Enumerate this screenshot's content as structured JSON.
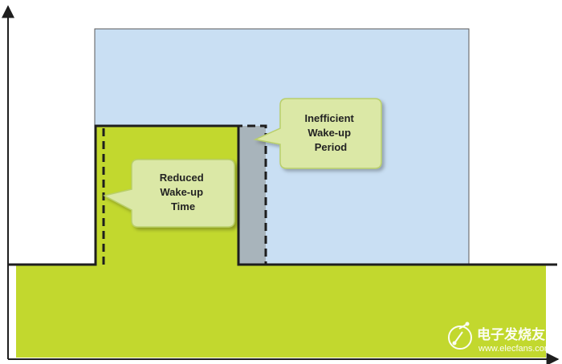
{
  "colors": {
    "background": "#ffffff",
    "blue_region": "#c9dff3",
    "green_region": "#c2d82e",
    "gray_region": "#a8b4bb",
    "callout_fill": "#dbe8a6",
    "callout_stroke": "#b9cf6a",
    "line": "#1e1e1e",
    "watermark": "#ffffff"
  },
  "callouts": {
    "inefficient": {
      "lines": [
        "Inefficient",
        "Wake-up",
        "Period"
      ]
    },
    "reduced": {
      "lines": [
        "Reduced",
        "Wake-up",
        "Time"
      ]
    }
  },
  "watermark": {
    "cn": "电子发烧友",
    "url": "www.elecfans.com",
    "icon": "elecfans-logo-icon"
  }
}
